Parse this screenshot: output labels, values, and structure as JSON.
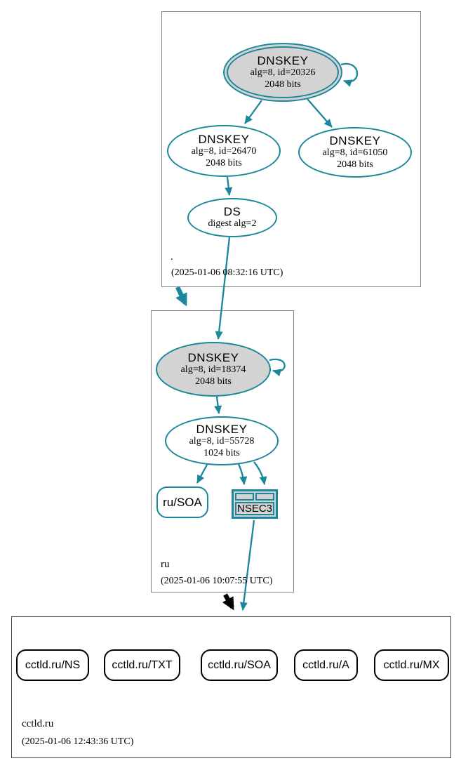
{
  "diagram": {
    "zones": {
      "root": {
        "name": ".",
        "timestamp": "(2025-01-06 08:32:16 UTC)"
      },
      "ru": {
        "name": "ru",
        "timestamp": "(2025-01-06 10:07:55 UTC)"
      },
      "cctld": {
        "name": "cctld.ru",
        "timestamp": "(2025-01-06 12:43:36 UTC)"
      }
    },
    "nodes": {
      "root_ksk": {
        "type": "DNSKEY",
        "detail": "alg=8, id=20326",
        "bits": "2048 bits"
      },
      "root_zsk1": {
        "type": "DNSKEY",
        "detail": "alg=8, id=26470",
        "bits": "2048 bits"
      },
      "root_zsk2": {
        "type": "DNSKEY",
        "detail": "alg=8, id=61050",
        "bits": "2048 bits"
      },
      "root_ds": {
        "type": "DS",
        "detail": "digest alg=2"
      },
      "ru_ksk": {
        "type": "DNSKEY",
        "detail": "alg=8, id=18374",
        "bits": "2048 bits"
      },
      "ru_zsk": {
        "type": "DNSKEY",
        "detail": "alg=8, id=55728",
        "bits": "1024 bits"
      },
      "ru_soa": {
        "label": "ru/SOA"
      },
      "ru_nsec3": {
        "label": "NSEC3"
      },
      "cctld_rrsets": [
        {
          "label": "cctld.ru/NS"
        },
        {
          "label": "cctld.ru/TXT"
        },
        {
          "label": "cctld.ru/SOA"
        },
        {
          "label": "cctld.ru/A"
        },
        {
          "label": "cctld.ru/MX"
        }
      ]
    },
    "colors": {
      "secure_edge": "#1a879a",
      "key_fill": "#d3d3d3",
      "insecure_delegation": "#000000",
      "zone_border": "#828282"
    }
  }
}
